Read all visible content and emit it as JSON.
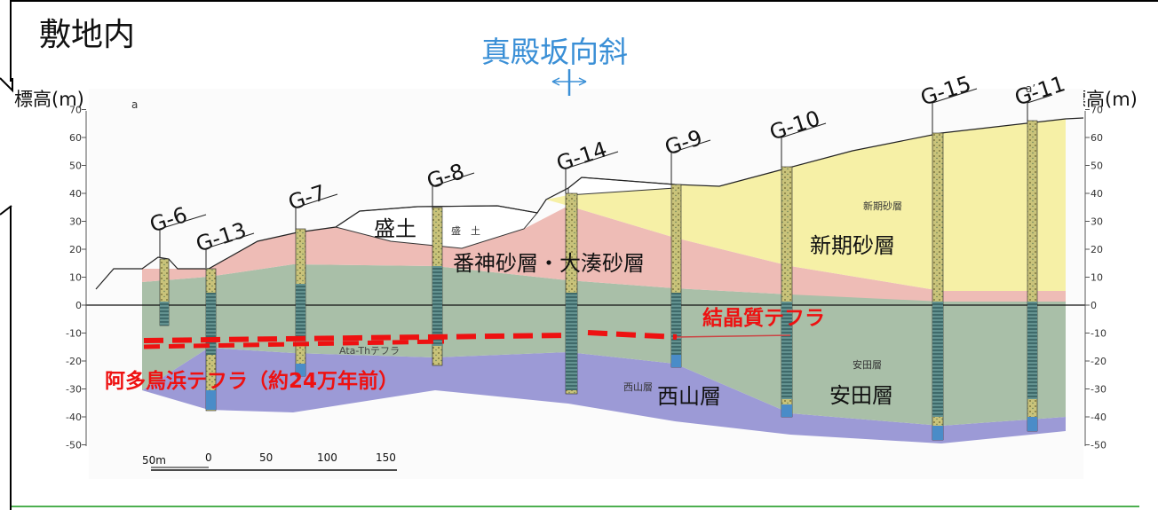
{
  "title": "敷地内",
  "syncline_label": "真殿坂向斜",
  "elevation_axis": {
    "label_left": "標高(m)",
    "label_right": "標高(m)",
    "ticks": [
      70,
      60,
      50,
      40,
      30,
      20,
      10,
      0,
      -10,
      -20,
      -30,
      -40,
      -50
    ],
    "section_start_label": "a",
    "section_end_label": "a’"
  },
  "boreholes": [
    "G-6",
    "G-13",
    "G-7",
    "G-8",
    "G-14",
    "G-9",
    "G-10",
    "G-15",
    "G-11"
  ],
  "layers": {
    "fill": "盛土",
    "fill_small": "盛　土",
    "bankami_ominato": "番神砂層・大湊砂層",
    "shinki_sand": "新期砂層",
    "shinki_sand_small": "新期砂層",
    "yasuda": "安田層",
    "yasuda_small": "安田層",
    "nishiyama": "西山層",
    "nishiyama_small": "西山層"
  },
  "tephras": {
    "crystalline": "結晶質テフラ",
    "ata_th": "阿多鳥浜テフラ（約24万年前）",
    "ata_th_small": "Ata-Thテフラ"
  },
  "scale_bar": {
    "labels": [
      "50m",
      "0",
      "50",
      "100",
      "150"
    ]
  },
  "colors": {
    "yellow_sand": "#f6f0a6",
    "pink_sand": "#eebcb6",
    "green_yasuda": "#a9bfa8",
    "purple_nishiyama": "#9c9ad6",
    "tephra_red": "#ee1111",
    "syncline_blue": "#3a8fd6",
    "bottom_rule": "#4caf50"
  }
}
